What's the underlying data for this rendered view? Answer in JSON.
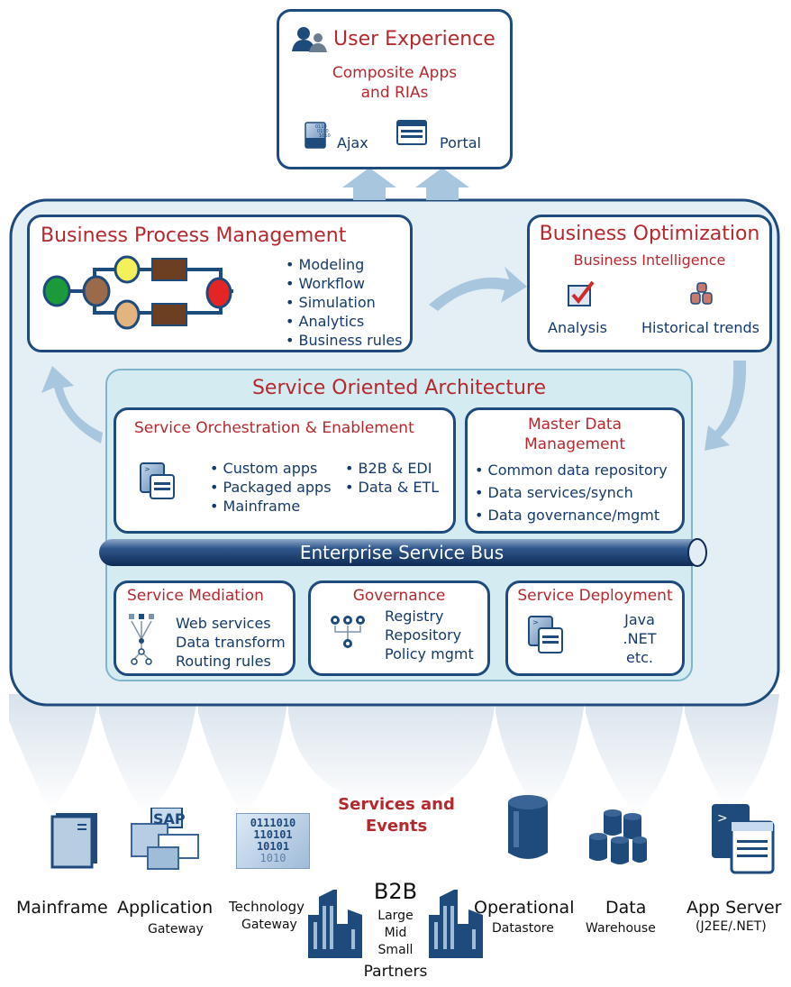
{
  "user_experience": {
    "title": "User Experience",
    "subtitle_line1": "Composite Apps",
    "subtitle_line2": "and RIAs",
    "ajax_label": "Ajax",
    "ajax_icon_text": "0110\n0100\n1010\n1100",
    "portal_label": "Portal"
  },
  "bpm": {
    "title": "Business Process Management",
    "items": [
      "Modeling",
      "Workflow",
      "Simulation",
      "Analytics",
      "Business rules"
    ]
  },
  "business_optimization": {
    "title": "Business Optimization",
    "subtitle": "Business Intelligence",
    "analysis_label": "Analysis",
    "trends_label": "Historical trends"
  },
  "soa": {
    "title": "Service Oriented Architecture",
    "orchestration": {
      "title": "Service Orchestration & Enablement",
      "col1": [
        "Custom apps",
        "Packaged apps",
        "Mainframe"
      ],
      "col2": [
        "B2B & EDI",
        "Data & ETL"
      ]
    },
    "mdm": {
      "title_line1": "Master Data",
      "title_line2": "Management",
      "items": [
        "Common data repository",
        "Data services/synch",
        "Data governance/mgmt"
      ]
    },
    "esb_label": "Enterprise Service Bus",
    "mediation": {
      "title": "Service Mediation",
      "items": [
        "Web services",
        "Data transform",
        "Routing rules"
      ]
    },
    "governance": {
      "title": "Governance",
      "items": [
        "Registry",
        "Repository",
        "Policy mgmt"
      ]
    },
    "deployment": {
      "title": "Service Deployment",
      "items": [
        "Java",
        ".NET",
        "etc."
      ]
    }
  },
  "services_events": {
    "line1": "Services and",
    "line2": "Events"
  },
  "backends": {
    "mainframe": {
      "label": "Mainframe"
    },
    "application": {
      "label": "Application",
      "sub": "Gateway",
      "logo": "SAP"
    },
    "technology": {
      "label": "Technology",
      "sub": "Gateway",
      "bits": [
        "0111010",
        "110101",
        "10101",
        "1010"
      ]
    },
    "b2b": {
      "label": "B2B",
      "lines": [
        "Large",
        "Mid",
        "Small"
      ],
      "partners": "Partners"
    },
    "operational": {
      "label": "Operational",
      "sub": "Datastore"
    },
    "warehouse": {
      "label": "Data",
      "sub": "Warehouse"
    },
    "appserver": {
      "label": "App Server",
      "sub": "(J2EE/.NET)"
    }
  },
  "colors": {
    "navy": "#1f4a7c",
    "red": "#b5282e",
    "panel": "#e3eef5",
    "soa_panel": "#d3ebf1",
    "arrow": "#a9c6df"
  }
}
